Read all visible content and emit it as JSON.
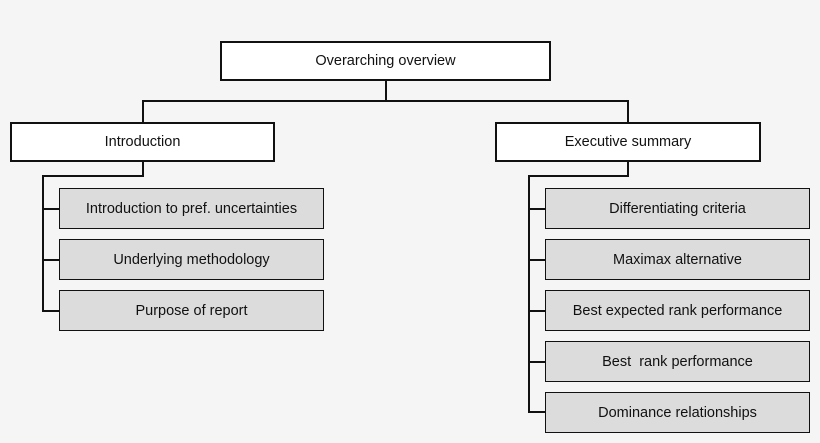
{
  "root": {
    "label": "Overarching overview"
  },
  "left": {
    "label": "Introduction",
    "children": [
      "Introduction to pref. uncertainties",
      "Underlying methodology",
      "Purpose of report"
    ]
  },
  "right": {
    "label": "Executive summary",
    "children": [
      "Differentiating criteria",
      "Maximax alternative",
      "Best expected rank performance",
      "Best  rank performance",
      "Dominance relationships"
    ]
  },
  "colors": {
    "line": "#111111",
    "main_box_fill": "#ffffff",
    "sub_box_fill": "#dcdcdc",
    "background": "#f5f5f5"
  }
}
